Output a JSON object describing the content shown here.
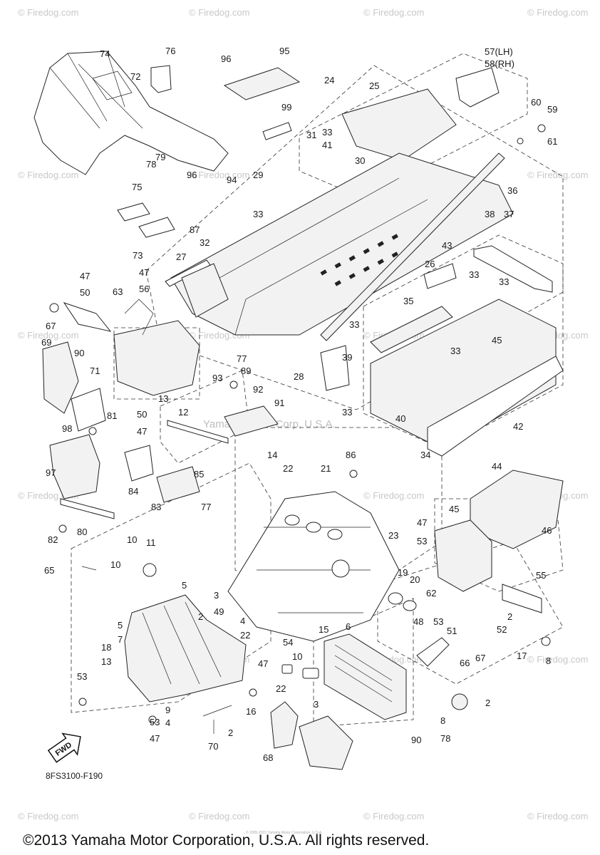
{
  "watermarks": {
    "site": "© Firedog.com",
    "yamaha": "Yamaha Motor Corp, U.S.A."
  },
  "diagram": {
    "code": "8FS3100-F190",
    "fwd_label": "FWD",
    "footer": "©2013 Yamaha Motor Corporation, U.S.A. All rights reserved.",
    "small_print": "© 2005-2015 Yamaha Motor Corporation, U.S.A."
  },
  "callouts": [
    "74",
    "76",
    "96",
    "95",
    "57(LH)",
    "58(RH)",
    "24",
    "72",
    "25",
    "99",
    "60",
    "59",
    "61",
    "31",
    "33",
    "41",
    "30",
    "79",
    "29",
    "78",
    "96",
    "94",
    "75",
    "33",
    "87",
    "36",
    "38",
    "37",
    "32",
    "27",
    "73",
    "43",
    "26",
    "47",
    "50",
    "47",
    "56",
    "63",
    "33",
    "33",
    "35",
    "67",
    "45",
    "69",
    "90",
    "77",
    "89",
    "33",
    "33",
    "28",
    "39",
    "71",
    "93",
    "92",
    "13",
    "91",
    "12",
    "50",
    "47",
    "81",
    "33",
    "40",
    "42",
    "98",
    "34",
    "44",
    "14",
    "22",
    "21",
    "86",
    "97",
    "84",
    "85",
    "83",
    "77",
    "45",
    "46",
    "82",
    "80",
    "47",
    "53",
    "10",
    "11",
    "23",
    "65",
    "10",
    "19",
    "20",
    "55",
    "5",
    "62",
    "3",
    "2",
    "49",
    "2",
    "53",
    "48",
    "51",
    "52",
    "4",
    "22",
    "15",
    "6",
    "5",
    "7",
    "18",
    "13",
    "54",
    "47",
    "67",
    "17",
    "8",
    "10",
    "16",
    "53",
    "22",
    "66",
    "3",
    "2",
    "9",
    "4",
    "2",
    "53",
    "47",
    "8",
    "78",
    "70",
    "90",
    "68"
  ]
}
